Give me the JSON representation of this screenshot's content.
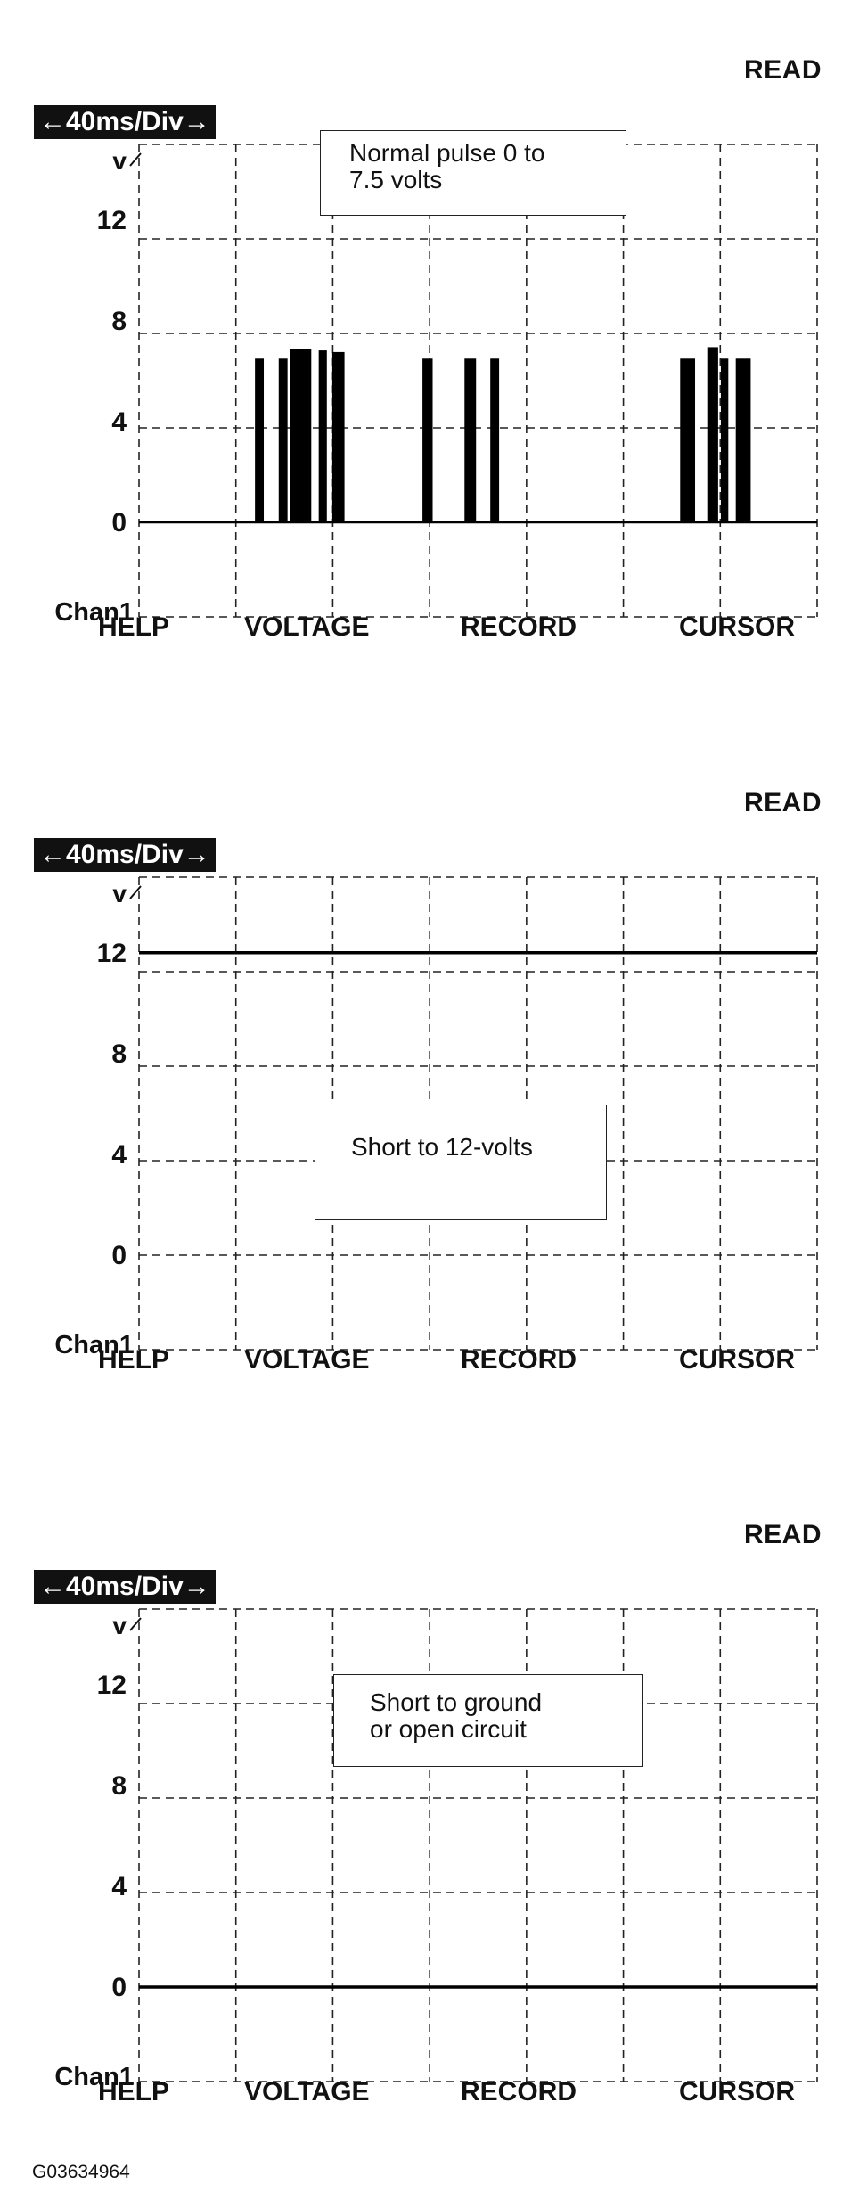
{
  "chart_data": [
    {
      "type": "line",
      "mode_label": "READ",
      "timebase": "←40ms/Div→",
      "y_unit": "v",
      "channel": "Chan1",
      "y_ticks": [
        "12",
        "8",
        "4",
        "0"
      ],
      "ylim": [
        -3.75,
        15
      ],
      "grid": true,
      "divisions": {
        "x": 7,
        "y": 5
      },
      "annotation": [
        "Normal pulse 0 to",
        "7.5 volts"
      ],
      "softkeys": [
        "HELP",
        "VOLTAGE",
        "RECORD",
        "CURSOR"
      ],
      "trace": {
        "kind": "pulses",
        "baseline": 0,
        "pulse_voltage_approx": 6.5
      }
    },
    {
      "type": "line",
      "mode_label": "READ",
      "timebase": "←40ms/Div→",
      "y_unit": "v",
      "channel": "Chan1",
      "y_ticks": [
        "12",
        "8",
        "4",
        "0"
      ],
      "ylim": [
        -3.75,
        15
      ],
      "grid": true,
      "divisions": {
        "x": 7,
        "y": 5
      },
      "annotation": [
        "Short to 12-volts"
      ],
      "softkeys": [
        "HELP",
        "VOLTAGE",
        "RECORD",
        "CURSOR"
      ],
      "trace": {
        "kind": "flat",
        "value": 12
      }
    },
    {
      "type": "line",
      "mode_label": "READ",
      "timebase": "←40ms/Div→",
      "y_unit": "v",
      "channel": "Chan1",
      "y_ticks": [
        "12",
        "8",
        "4",
        "0"
      ],
      "ylim": [
        -3.75,
        15
      ],
      "grid": true,
      "divisions": {
        "x": 7,
        "y": 5
      },
      "annotation": [
        "Short to ground",
        "or open circuit"
      ],
      "softkeys": [
        "HELP",
        "VOLTAGE",
        "RECORD",
        "CURSOR"
      ],
      "trace": {
        "kind": "flat",
        "value": 0
      }
    }
  ],
  "figure_id": "G03634964"
}
